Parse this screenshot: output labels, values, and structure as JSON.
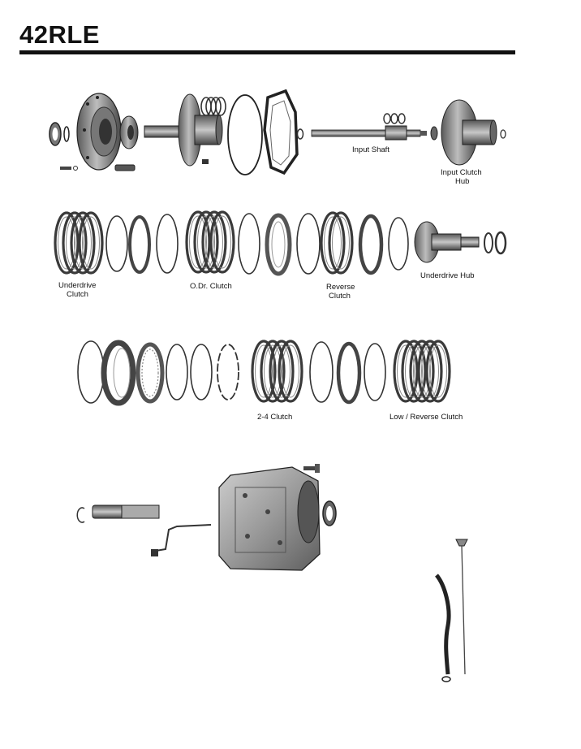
{
  "header": {
    "title": "42RLE"
  },
  "labels": {
    "input_shaft": "Input Shaft",
    "input_clutch_hub_1": "Input Clutch",
    "input_clutch_hub_2": "Hub",
    "underdrive_clutch_1": "Underdrive",
    "underdrive_clutch_2": "Clutch",
    "odr_clutch": "O.Dr. Clutch",
    "reverse_clutch_1": "Reverse",
    "reverse_clutch_2": "Clutch",
    "underdrive_hub": "Underdrive Hub",
    "clutch_2_4": "2-4 Clutch",
    "low_reverse_clutch": "Low / Reverse Clutch"
  },
  "colors": {
    "ink": "#111111",
    "metal_dark": "#4a4a4a",
    "metal_mid": "#8a8a8a",
    "metal_light": "#c4c4c4"
  }
}
